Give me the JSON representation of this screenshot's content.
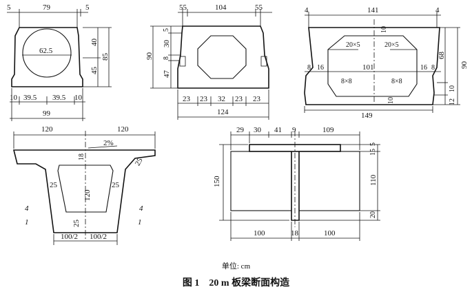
{
  "figure": {
    "unit_label": "单位: cm",
    "title": "图 1　20 m 板梁断面构造"
  },
  "section_a": {
    "dims": {
      "top_width": "79",
      "top_right": "5",
      "void_diameter": "62.5",
      "right_upper": "40",
      "right_lower": "45",
      "right_total": "85",
      "bottom_1": "10",
      "bottom_2": "39.5",
      "bottom_3": "39.5",
      "bottom_4": "10",
      "bottom_total": "99"
    }
  },
  "section_b": {
    "dims": {
      "top_left": "55",
      "top_mid": "104",
      "top_right": "55",
      "left_total": "90",
      "left_5": "5",
      "left_30": "30",
      "left_8": "8",
      "left_47": "47",
      "bottom_1": "23",
      "bottom_2": "23",
      "bottom_3": "32",
      "bottom_4": "23",
      "bottom_5": "23",
      "bottom_total": "124"
    }
  },
  "section_c": {
    "dims": {
      "top_left": "4",
      "top_mid": "141",
      "top_right": "4",
      "inner_10": "10",
      "haunch_left": "20×5",
      "haunch_right": "20×5",
      "mid_left_8": "8",
      "mid_left_16": "16",
      "mid_width": "101",
      "mid_right_16": "16",
      "mid_right_8": "8",
      "fillet_left": "8×8",
      "fillet_right": "8×8",
      "bottom_10": "10",
      "right_68": "68",
      "right_90": "90",
      "right_12": "12",
      "right_10b": "10",
      "bottom_total": "149"
    }
  },
  "section_d": {
    "dims": {
      "top_left": "120",
      "top_right": "120",
      "slope": "2%",
      "web_18": "18",
      "depth_120": "120",
      "web_left_25": "25",
      "web_right_25": "25",
      "wing_25": "25",
      "bottom_25": "25",
      "bottom_left": "100/2",
      "bottom_right": "100/2",
      "slope_left_4": "4",
      "slope_left_1": "1",
      "slope_right_4": "4",
      "slope_right_1": "1"
    }
  },
  "section_e": {
    "dims": {
      "top_29": "29",
      "top_30": "30",
      "top_41": "41",
      "top_9": "9",
      "top_109": "109",
      "left_150": "150",
      "right_5": "5",
      "right_15": "15",
      "right_110": "110",
      "right_20": "20",
      "bottom_100_left": "100",
      "bottom_18": "18",
      "bottom_100_right": "100"
    }
  }
}
